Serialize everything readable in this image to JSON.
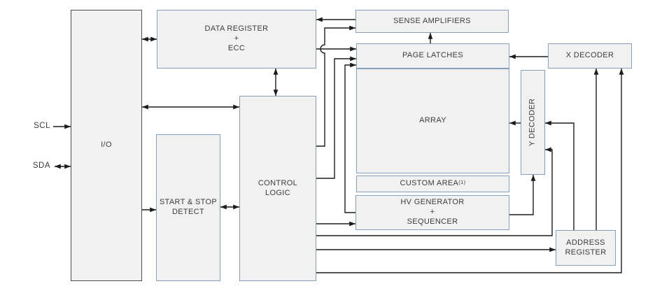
{
  "diagram_type": "memory-device functional block diagram",
  "signals": {
    "scl": "SCL",
    "sda": "SDA"
  },
  "blocks": {
    "io": {
      "label": "I/O"
    },
    "data_register": {
      "lines": [
        "DATA REGISTER",
        "+",
        "ECC"
      ]
    },
    "start_stop_detect": {
      "lines": [
        "START & STOP",
        "DETECT"
      ]
    },
    "control_logic": {
      "lines": [
        "CONTROL",
        "LOGIC"
      ]
    },
    "sense_amplifiers": {
      "label": "SENSE AMPLIFIERS"
    },
    "page_latches": {
      "label": "PAGE LATCHES"
    },
    "array": {
      "label": "ARRAY"
    },
    "custom_area": {
      "label": "CUSTOM AREA",
      "footnote": "(1)"
    },
    "hv_generator": {
      "lines": [
        "HV GENERATOR",
        "+",
        "SEQUENCER"
      ]
    },
    "x_decoder": {
      "label": "X DECODER"
    },
    "y_decoder": {
      "label": "Y DECODER"
    },
    "address_register": {
      "lines": [
        "ADDRESS",
        "REGISTER"
      ]
    }
  },
  "colors": {
    "background": "#ffffff",
    "block_fill": "#f1f1f2",
    "block_border": "#84a0bd",
    "io_block_border": "#4e4e4e",
    "wire": "#1c1c1c",
    "text": "#3c3c3c"
  }
}
